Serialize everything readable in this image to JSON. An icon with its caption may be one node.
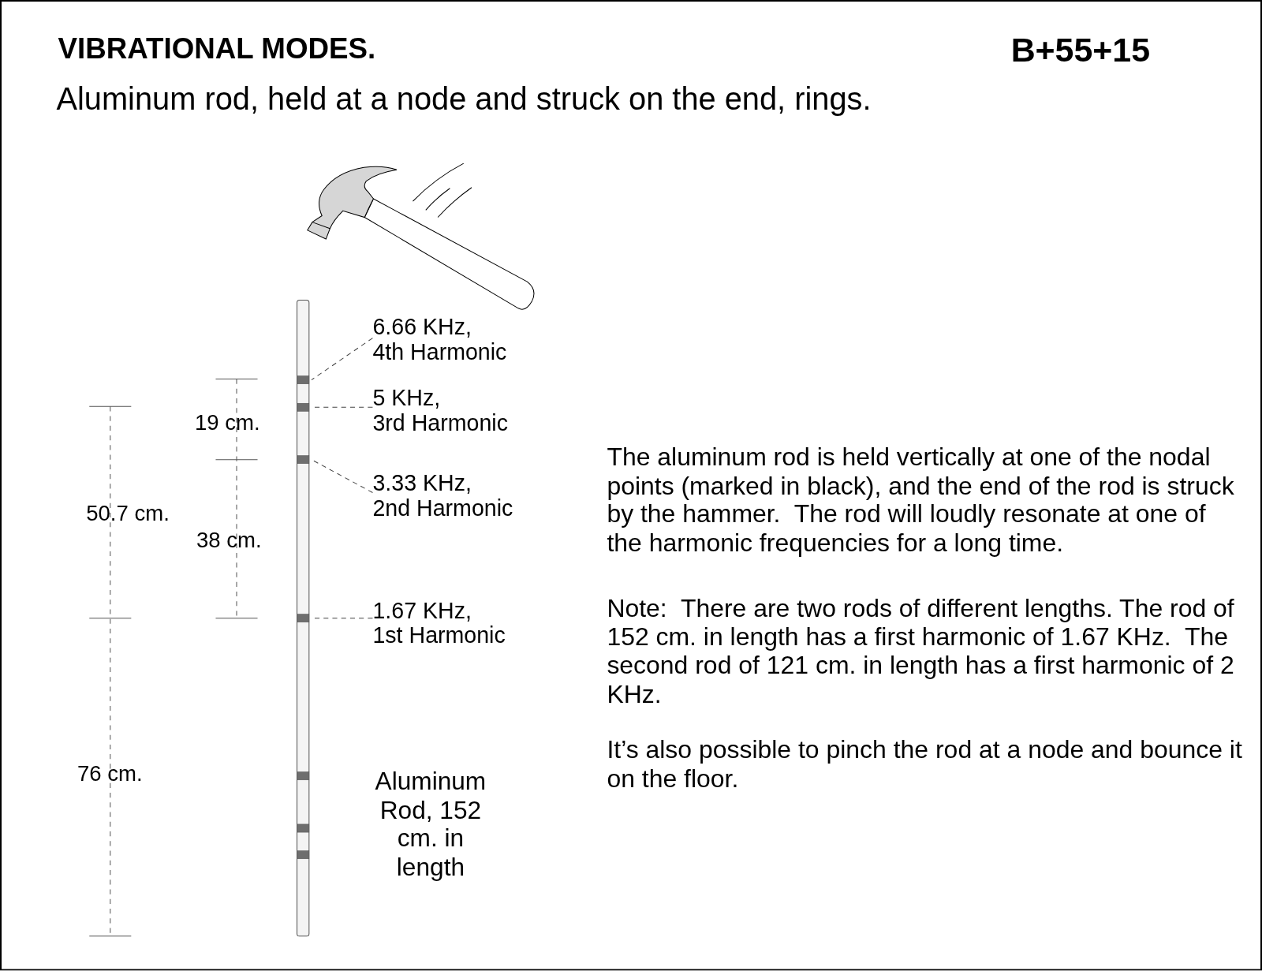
{
  "diagram": {
    "title": "VIBRATIONAL MODES.",
    "nodes": [
      {
        "text": [
          "6.66 KHz, 4th Harmonic"
        ]
      },
      {
        "text": [
          "5 KHz, 3rd Harmonic"
        ]
      },
      {
        "text": [
          "3.33 KHz, 2nd Harmonic"
        ]
      },
      {
        "text": [
          "1.67 KHz, 1st Harmonic"
        ]
      },
      {
        "text": [],
        "shape": "bar"
      },
      {
        "text": [],
        "shape": "bar"
      },
      {
        "text": [],
        "shape": "bar"
      },
      {
        "text": [],
        "shape": "bar"
      },
      {
        "text": [],
        "shape": "bar"
      },
      {
        "text": [],
        "shape": "bar"
      },
      {
        "text": [],
        "shape": "bar"
      }
    ],
    "edges": [
      {
        "from": 0,
        "to": 4,
        "arrow": "none",
        "style": "dashed"
      },
      {
        "from": 1,
        "to": 5,
        "arrow": "none",
        "style": "dashed"
      },
      {
        "from": 2,
        "to": 6,
        "arrow": "none",
        "style": "dashed"
      },
      {
        "from": 3,
        "to": 7,
        "arrow": "none",
        "style": "dashed"
      }
    ],
    "labels": [
      "B+55+15",
      "Aluminum rod, held at a node and struck on the end, rings.",
      "19 cm.",
      "50.7 cm.",
      "38 cm.",
      "76 cm.",
      "Aluminum Rod, 152 cm. in length",
      "The aluminum rod is held vertically at one of the nodal points (marked in black), and the end of the rod is struck by the hammer.  The rod will loudly resonate at one of the harmonic frequencies for a long time.",
      "Note:  There are two rods of different lengths. The rod of 152 cm. in length has a first harmonic of 1.67 KHz.  The second rod of 121 cm. in length has a first harmonic of 2 KHz.",
      "It’s also possible to pinch the rod at a node and bounce it on the floor."
    ]
  }
}
